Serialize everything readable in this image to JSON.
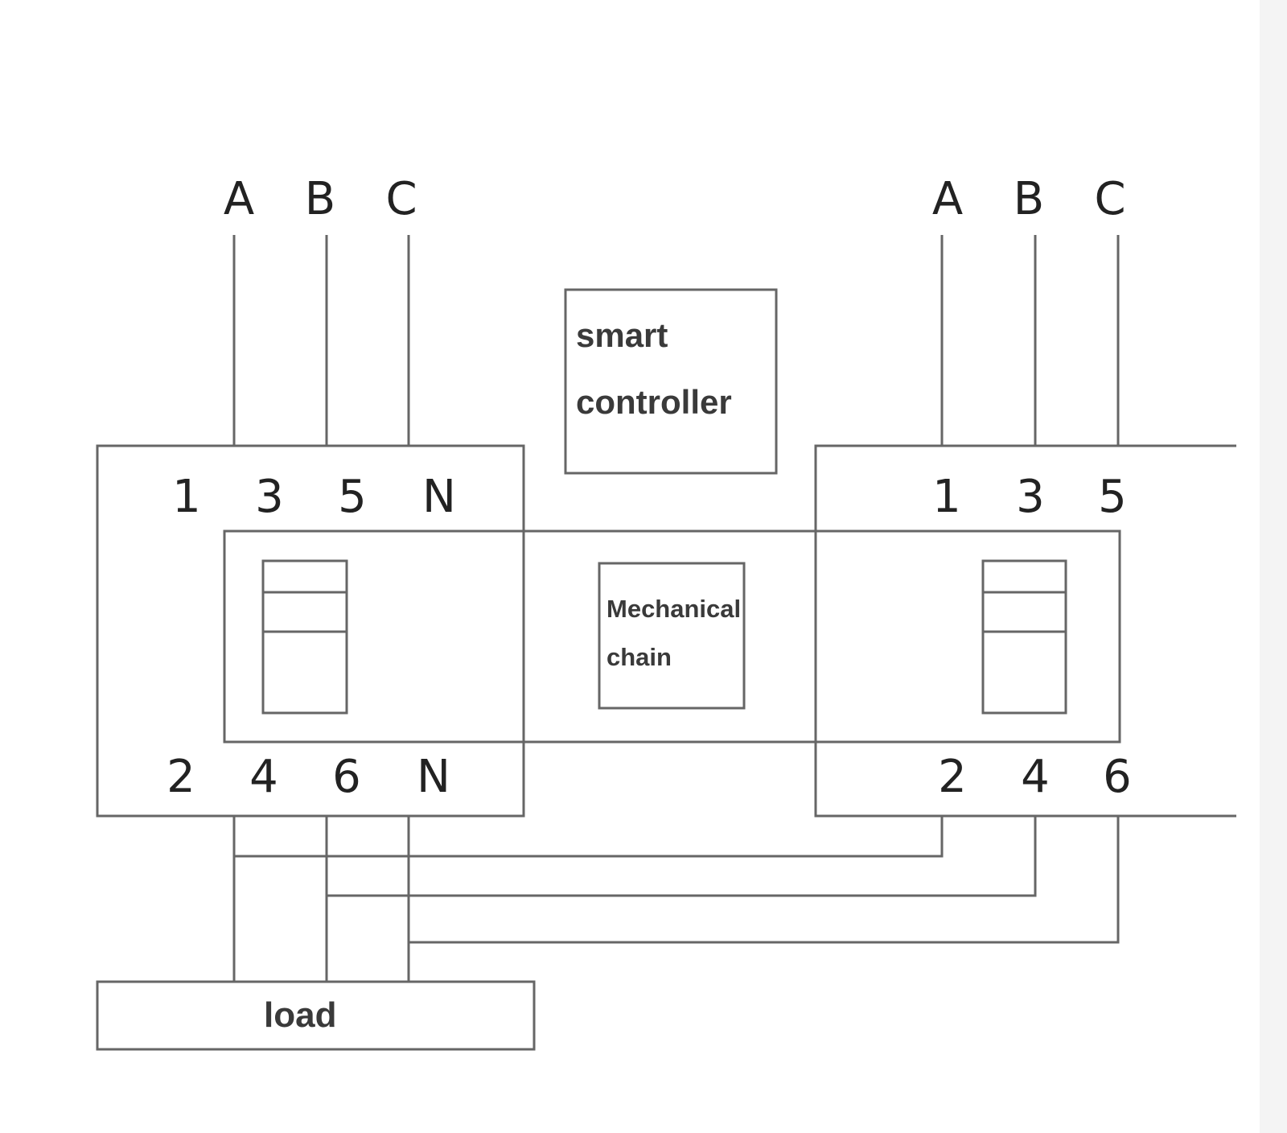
{
  "source1": {
    "phases": [
      "A",
      "B",
      "C"
    ],
    "top_terminals": [
      "1",
      "3",
      "5",
      "N"
    ],
    "bottom_terminals": [
      "2",
      "4",
      "6",
      "N"
    ]
  },
  "source2": {
    "phases": [
      "A",
      "B",
      "C"
    ],
    "top_terminals": [
      "1",
      "3",
      "5"
    ],
    "bottom_terminals": [
      "2",
      "4",
      "6"
    ]
  },
  "controller": {
    "line1": "smart",
    "line2": "controller"
  },
  "interlock": {
    "line1": "Mechanical",
    "line2": "chain"
  },
  "load": {
    "label": "load"
  }
}
